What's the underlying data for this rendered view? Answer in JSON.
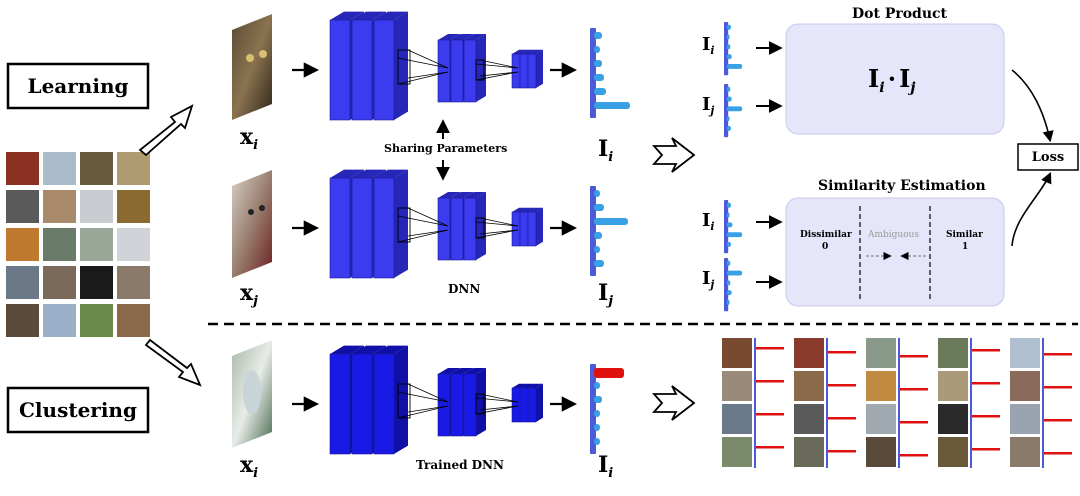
{
  "stages": {
    "learning": "Learning",
    "clustering": "Clustering"
  },
  "inputs": {
    "xi_base": "x",
    "xi_sub": "i",
    "xj_base": "x",
    "xj_sub": "j"
  },
  "network": {
    "sharing": "Sharing Parameters",
    "dnn": "DNN",
    "trained_dnn": "Trained DNN"
  },
  "indicators": {
    "base": "I",
    "sub_i": "i",
    "sub_j": "j"
  },
  "dot_product": {
    "title": "Dot Product",
    "formula_a": "I",
    "formula_a_sub": "i",
    "formula_op": "·",
    "formula_b": "I",
    "formula_b_sub": "j"
  },
  "similarity": {
    "title": "Similarity Estimation",
    "dissimilar": "Dissimilar",
    "dissimilar_value": "0",
    "ambiguous": "Ambiguous",
    "similar": "Similar",
    "similar_value": "1"
  },
  "loss": "Loss",
  "colors": {
    "cnn_front": "#3b3bf0",
    "cnn_side": "#2626b8",
    "trained_front": "#1a1ae6",
    "indicator": "#3aa0e6",
    "indicator_stem": "#4a5ad8",
    "highlight": "#e01010",
    "panel": "#e6e6fa"
  }
}
